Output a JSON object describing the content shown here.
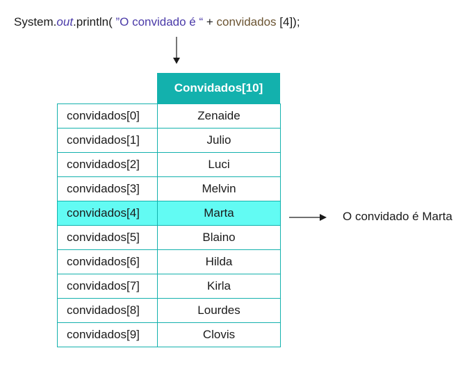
{
  "code": {
    "prefix": "System.",
    "out": "out",
    "println": ".println( ",
    "string_literal": "”O convidado é “",
    "plus": " + ",
    "variable": "convidados",
    "index": " [4]);"
  },
  "header": "Convidados[10]",
  "rows": [
    {
      "index": "convidados[0]",
      "value": "Zenaide"
    },
    {
      "index": "convidados[1]",
      "value": "Julio"
    },
    {
      "index": "convidados[2]",
      "value": "Luci"
    },
    {
      "index": "convidados[3]",
      "value": "Melvin"
    },
    {
      "index": "convidados[4]",
      "value": "Marta"
    },
    {
      "index": "convidados[5]",
      "value": "Blaino"
    },
    {
      "index": "convidados[6]",
      "value": "Hilda"
    },
    {
      "index": "convidados[7]",
      "value": "Kirla"
    },
    {
      "index": "convidados[8]",
      "value": "Lourdes"
    },
    {
      "index": "convidados[9]",
      "value": "Clovis"
    }
  ],
  "highlighted_index": 4,
  "result": "O convidado é Marta",
  "colors": {
    "header_bg": "#13b1ad",
    "highlight_bg": "#62fbf3",
    "border": "#13b1ad",
    "string": "#4a3aa8",
    "variable": "#6b5432"
  }
}
